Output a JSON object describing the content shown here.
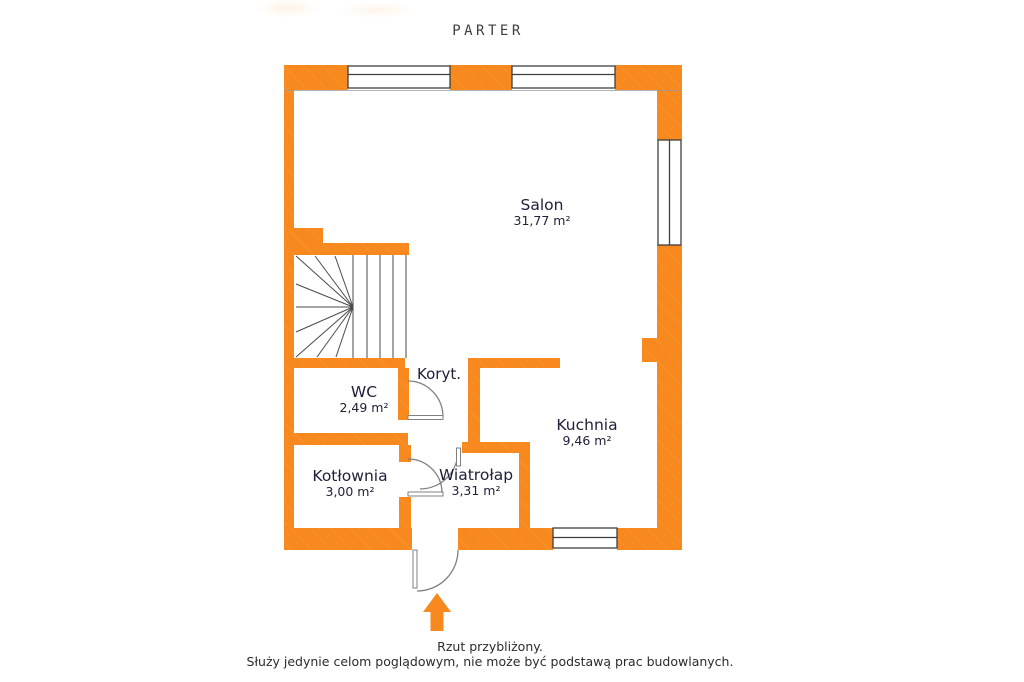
{
  "title": "PARTER",
  "rooms": {
    "salon": {
      "name": "Salon",
      "area": "31,77 m²"
    },
    "kuchnia": {
      "name": "Kuchnia",
      "area": "9,46 m²"
    },
    "wc": {
      "name": "WC",
      "area": "2,49 m²"
    },
    "korytarz": {
      "name": "Koryt."
    },
    "kotlownia": {
      "name": "Kotłownia",
      "area": "3,00 m²"
    },
    "wiatrolap": {
      "name": "Wiatrołap",
      "area": "3,31 m²"
    }
  },
  "footer": {
    "line1": "Rzut przybliżony.",
    "line2": "Służy jedynie celom poglądowym, nie może być podstawą prac budowlanych."
  },
  "colors": {
    "wall_orange": "#F7891E",
    "label_text": "#20203A",
    "door_gray": "#808080",
    "window_border": "#3F3F3F",
    "stair_line": "#4A4A4A"
  }
}
